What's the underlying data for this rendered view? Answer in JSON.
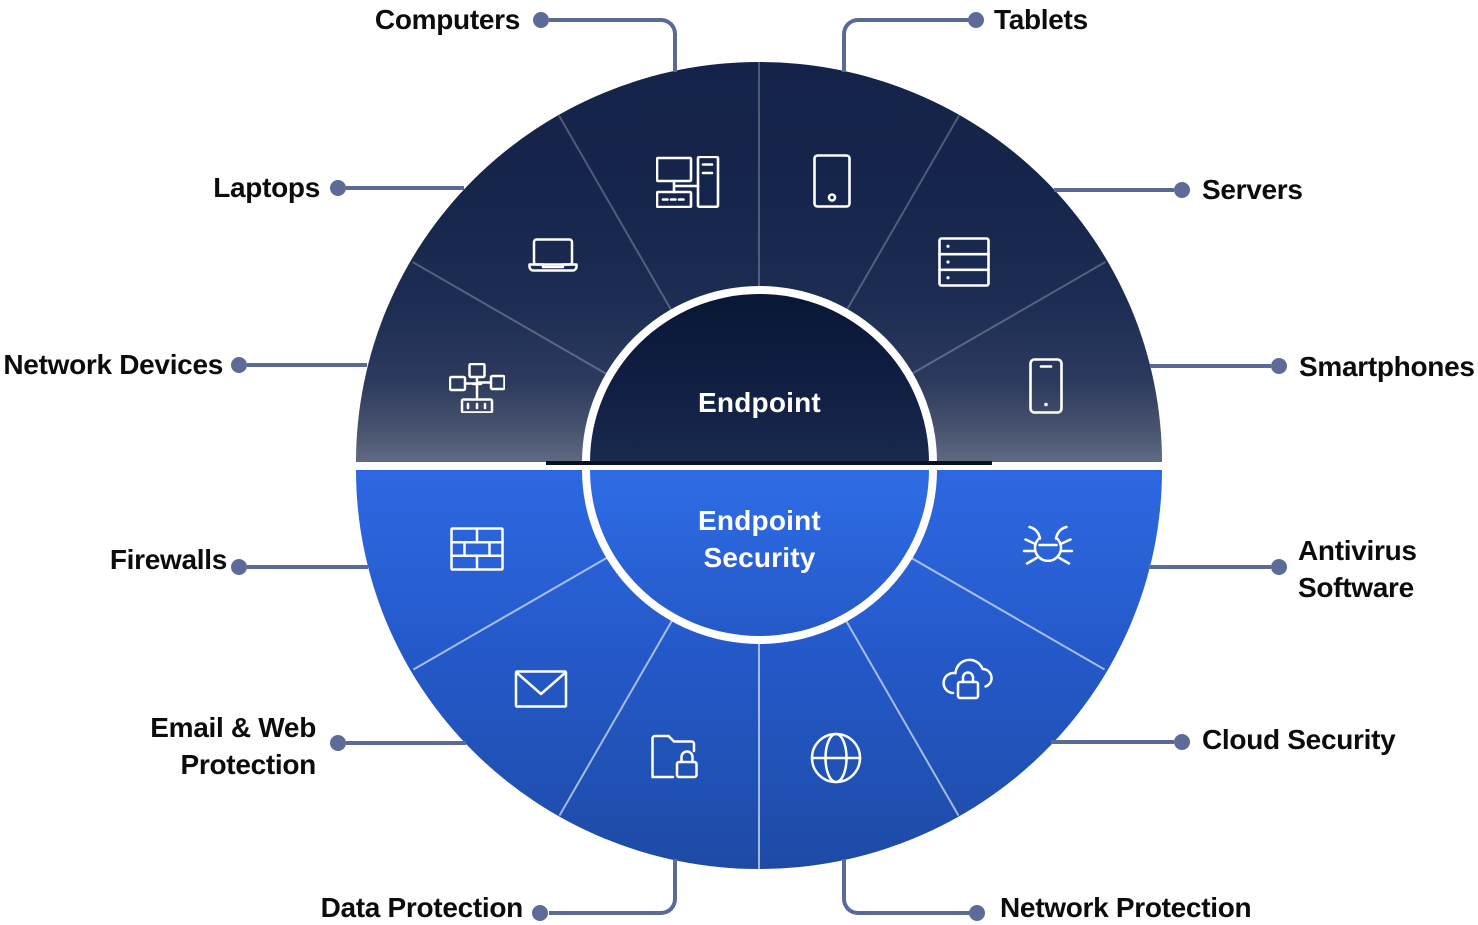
{
  "center": {
    "top": "Endpoint",
    "bottom_line1": "Endpoint",
    "bottom_line2": "Security"
  },
  "labels": {
    "computers": "Computers",
    "tablets": "Tablets",
    "laptops": "Laptops",
    "servers": "Servers",
    "network_devices": "Network Devices",
    "smartphones": "Smartphones",
    "firewalls": "Firewalls",
    "antivirus_line1": "Antivirus",
    "antivirus_line2": "Software",
    "email_line1": "Email & Web",
    "email_line2": "Protection",
    "data_protection": "Data Protection",
    "network_protection": "Network Protection",
    "cloud_security": "Cloud Security"
  },
  "icons": {
    "top_half": [
      "network-devices-icon",
      "laptop-icon",
      "desktop-computer-icon",
      "tablet-icon",
      "server-rack-icon",
      "smartphone-icon"
    ],
    "bottom_half": [
      "firewall-brick-icon",
      "envelope-icon",
      "folder-lock-icon",
      "globe-icon",
      "cloud-lock-icon",
      "bug-icon"
    ]
  },
  "colors": {
    "top_half_start": "#15234a",
    "top_half_end": "#5f6983",
    "bottom_half_start": "#2d68e2",
    "bottom_half_end": "#1e4aa6",
    "inner_top_start": "#0a1736",
    "inner_top_end": "#192a4f",
    "inner_bottom_start": "#2f6de5",
    "inner_bottom_end": "#2459c7",
    "ring": "#ffffff",
    "split_line": "#0a1020",
    "connector": "#5a6a95",
    "connector_dot": "#5d6b99",
    "label_text": "#0c0c0c",
    "icon_stroke": "#ffffff",
    "center_text": "#ffffff"
  }
}
